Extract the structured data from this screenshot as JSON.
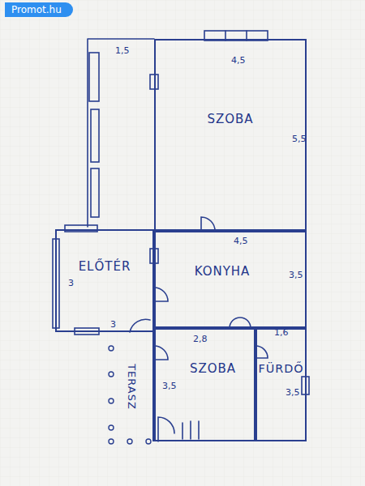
{
  "diagram": {
    "nodes": [
      {
        "text": [
          "SZOBA"
        ]
      },
      {
        "text": [
          "ELŐTÉR"
        ]
      },
      {
        "text": [
          "KONYHA"
        ]
      },
      {
        "text": [
          "TERASZ"
        ]
      },
      {
        "text": [
          "SZOBA"
        ]
      },
      {
        "text": [
          "FÜRDŐ"
        ]
      }
    ],
    "labels": [
      "Promot.hu",
      "1,5",
      "4,5",
      "5,5",
      "4,5",
      "3,5",
      "3",
      "3",
      "2,8",
      "1,6",
      "3,5",
      "3,5"
    ]
  }
}
